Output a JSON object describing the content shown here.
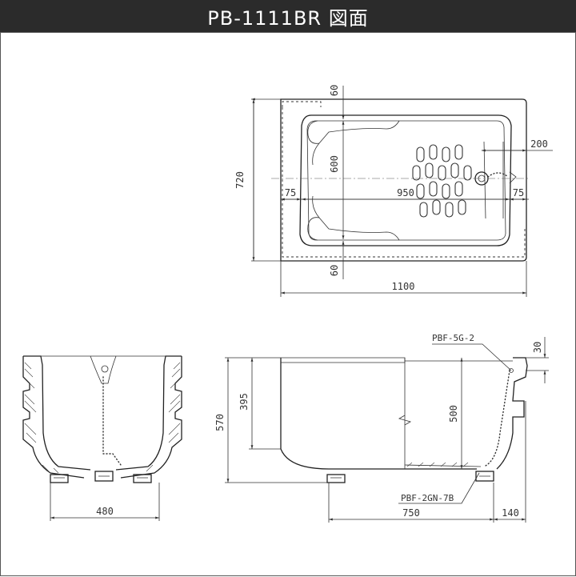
{
  "title": "PB-1111BR 図面",
  "plan_view": {
    "dims": {
      "top_60": "60",
      "bottom_60": "60",
      "height_720": "720",
      "inner_600": "600",
      "left_75": "75",
      "right_75": "75",
      "inner_950": "950",
      "drain_200": "200",
      "total_1100": "1100"
    }
  },
  "end_view": {
    "dims": {
      "width_480": "480"
    }
  },
  "side_view": {
    "dims": {
      "h_570": "570",
      "h_395": "395",
      "depth_500": "500",
      "rim_30": "30",
      "len_750": "750",
      "len_140": "140"
    },
    "parts": {
      "overflow": "PBF-5G-2",
      "drain": "PBF-2GN-7B"
    }
  }
}
